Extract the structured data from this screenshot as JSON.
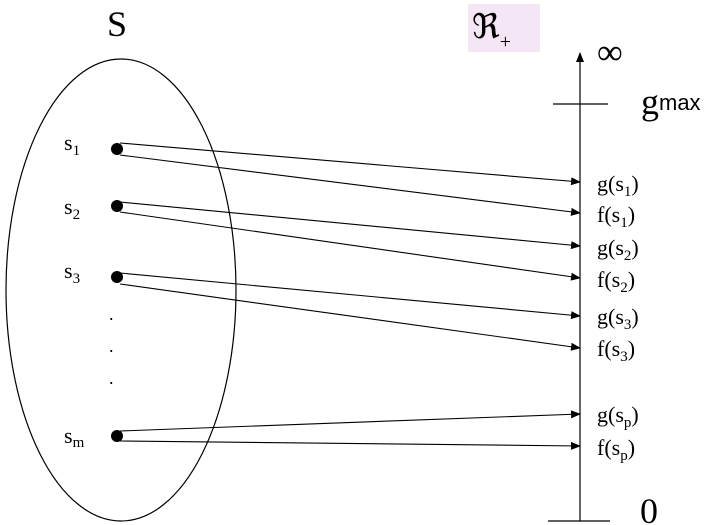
{
  "set_label": "S",
  "codomain": {
    "symbol": "ℜ",
    "subscript": "+",
    "highlight": "#f5e6f5"
  },
  "axis": {
    "top_label": "∞",
    "bottom_label": "0",
    "gmax_main": "g",
    "gmax_sub": "max"
  },
  "domain_elements": [
    {
      "base": "s",
      "sub": "1"
    },
    {
      "base": "s",
      "sub": "2"
    },
    {
      "base": "s",
      "sub": "3"
    },
    {
      "base": "s",
      "sub": "m"
    }
  ],
  "ellipsis": ".",
  "image_labels": [
    {
      "fn": "g",
      "arg": "s",
      "sub": "1"
    },
    {
      "fn": "f",
      "arg": "s",
      "sub": "1"
    },
    {
      "fn": "g",
      "arg": "s",
      "sub": "2"
    },
    {
      "fn": "f",
      "arg": "s",
      "sub": "2"
    },
    {
      "fn": "g",
      "arg": "s",
      "sub": "3"
    },
    {
      "fn": "f",
      "arg": "s",
      "sub": "3"
    },
    {
      "fn": "g",
      "arg": "s",
      "sub": "p"
    },
    {
      "fn": "f",
      "arg": "s",
      "sub": "p"
    }
  ]
}
